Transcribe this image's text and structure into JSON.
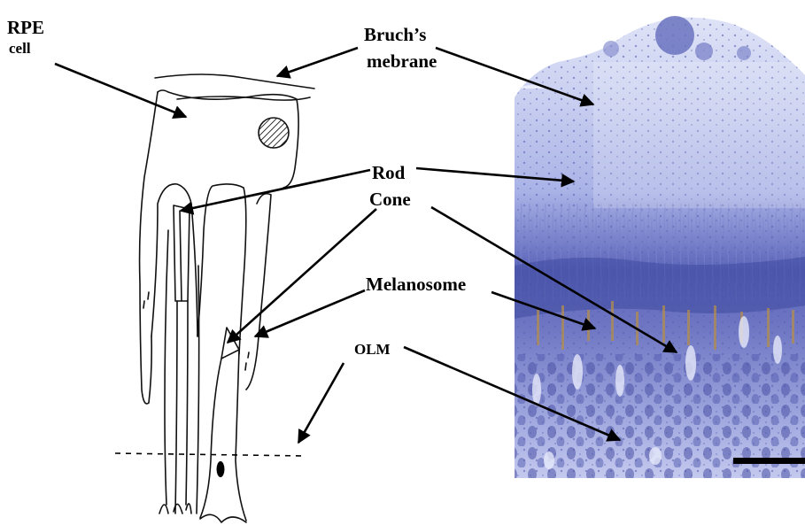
{
  "labels": {
    "rpe_line1": "RPE",
    "rpe_line2": "cell",
    "bruch_line1": "Bruch’s",
    "bruch_line2": "mebrane",
    "rod": "Rod",
    "cone": "Cone",
    "melanosome": "Melanosome",
    "olm": "OLM"
  },
  "colors": {
    "tissue_base": "#b8c0e8",
    "tissue_dark": "#4a55a8",
    "melanin": "#b08a4a",
    "scale_bar": "#000000"
  },
  "elements": {
    "scale_bar": "scale-bar",
    "micrograph": "retina-micrograph"
  }
}
